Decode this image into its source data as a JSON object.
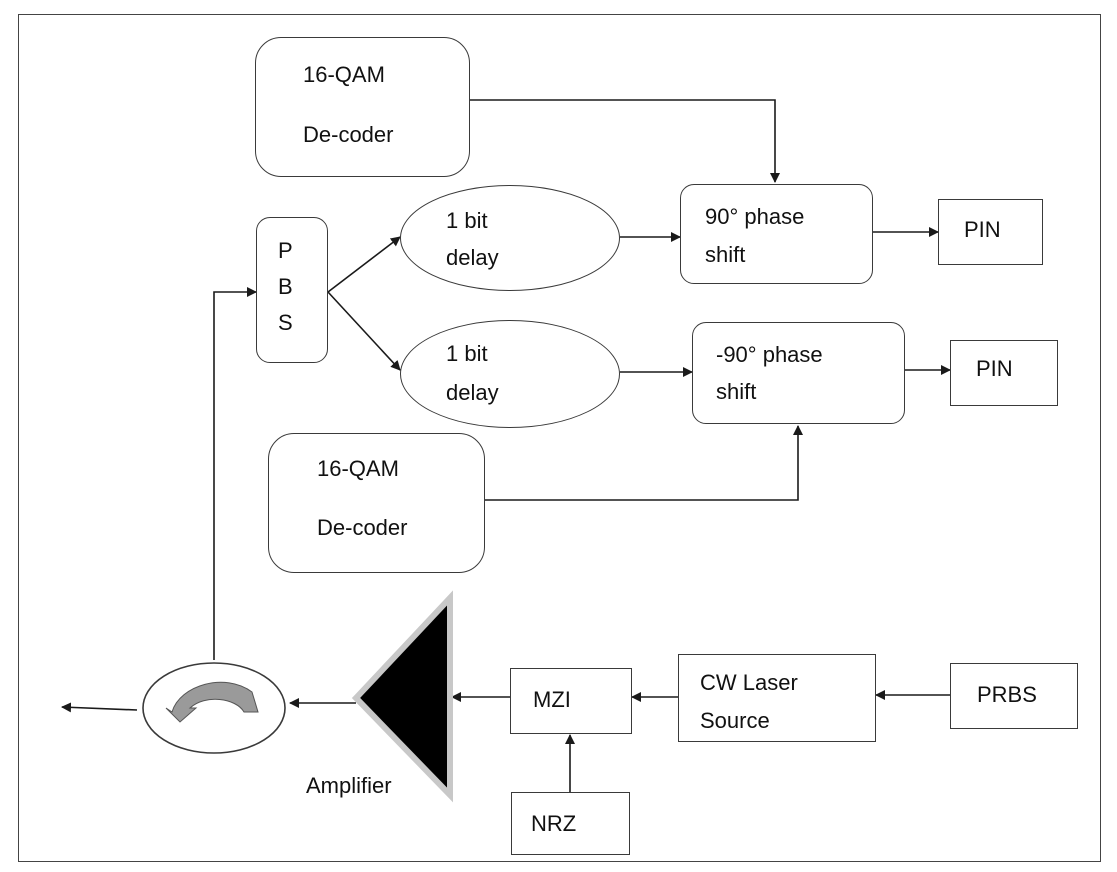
{
  "decoder_top": {
    "line1": "16-QAM",
    "line2": "De-coder"
  },
  "decoder_bottom": {
    "line1": "16-QAM",
    "line2": "De-coder"
  },
  "pbs": {
    "l1": "P",
    "l2": "B",
    "l3": "S"
  },
  "delay_top": {
    "line1": "1 bit",
    "line2": "delay"
  },
  "delay_bottom": {
    "line1": "1 bit",
    "line2": "delay"
  },
  "phase_top": {
    "line1": "90° phase",
    "line2": "shift"
  },
  "phase_bottom": {
    "line1": "-90° phase",
    "line2": "shift"
  },
  "pin_top": "PIN",
  "pin_bottom": "PIN",
  "mzi": "MZI",
  "laser": {
    "line1": "CW Laser",
    "line2": "Source"
  },
  "prbs": "PRBS",
  "nrz": "NRZ",
  "amplifier": "Amplifier",
  "colors": {
    "line": "#1a1a1a",
    "border": "#3a3a3a",
    "amp_fill": "#000000",
    "amp_outline": "#c8c8c8",
    "circulator_arrow": "#9a9a9a"
  }
}
